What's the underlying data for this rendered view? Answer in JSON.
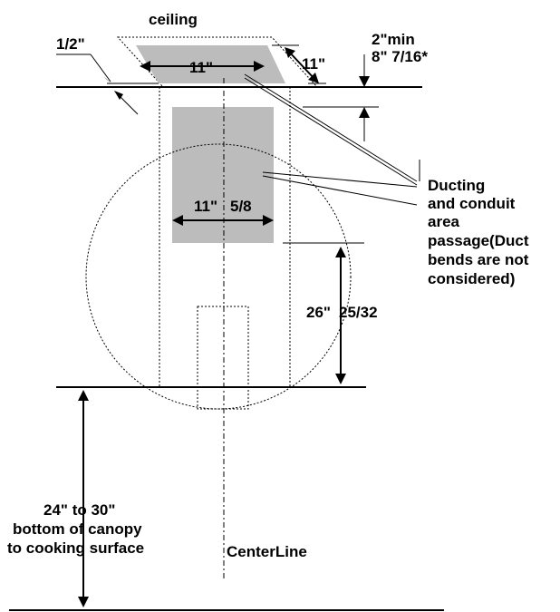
{
  "labels": {
    "ceiling": "ceiling",
    "half_inch": "1/2\"",
    "two_min": "2\"min",
    "eight_716": "8\" 7/16*",
    "top_width": "11\"",
    "top_depth": "11\"",
    "duct_width_a": "11\"",
    "duct_width_b": "5/8",
    "ducting_lines": [
      "Ducting",
      "and conduit",
      "area",
      "passage(Duct",
      "bends are not",
      "considered)"
    ],
    "height_a": "26\"",
    "height_b": "25/32",
    "mount_lines": [
      "24\" to 30\"",
      "bottom of canopy",
      "to cooking surface"
    ],
    "centerline": "CenterLine"
  },
  "colors": {
    "shade": "#bcbcbc",
    "line": "#000000"
  }
}
